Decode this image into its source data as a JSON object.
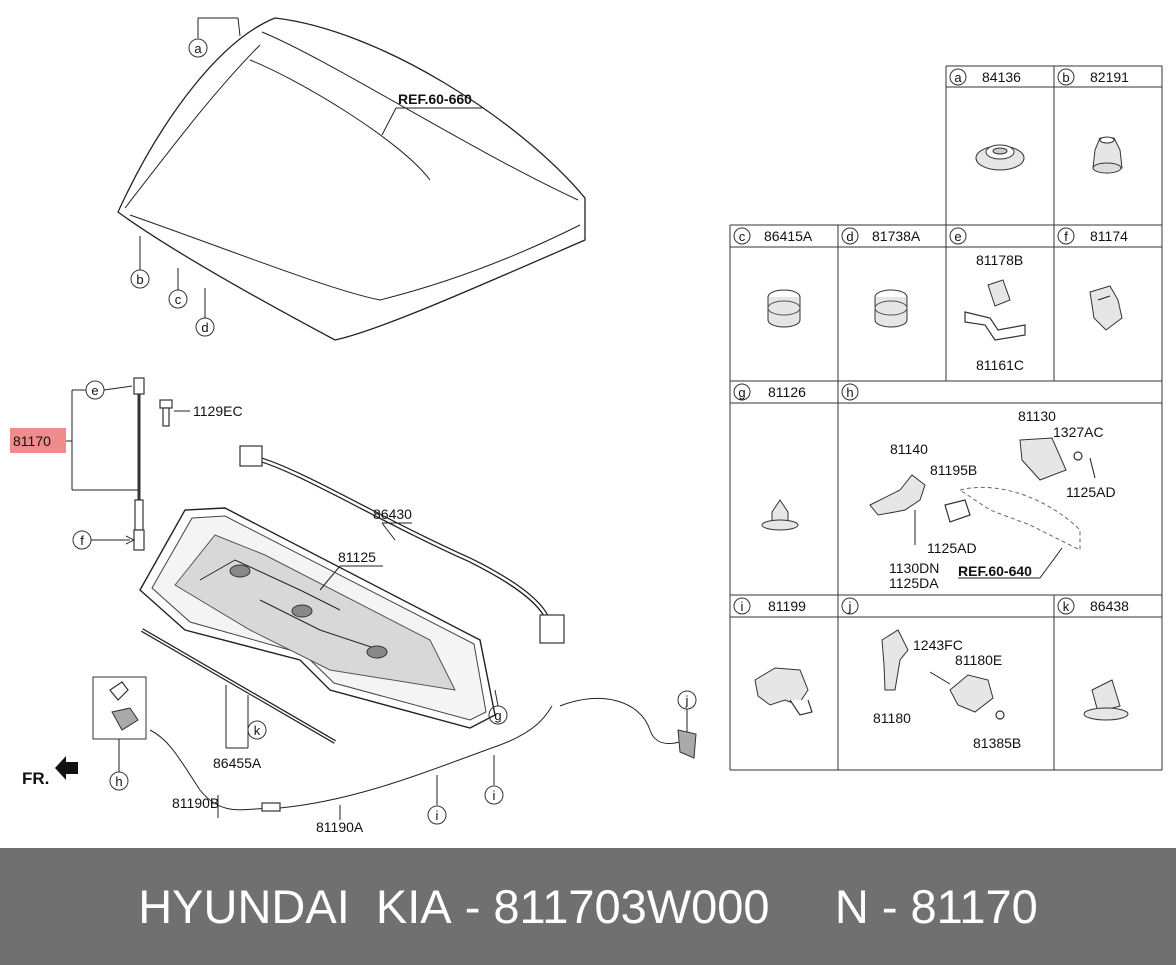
{
  "footer": {
    "brand": "HYUNDAI  KIA",
    "sep1": " - ",
    "part_number": "811703W000",
    "sep2": "     N - ",
    "ref_number": "81170"
  },
  "ref_labels": {
    "hood_ref": "REF.60-660",
    "latch_ref": "REF.60-640"
  },
  "direction_label": "FR.",
  "highlight": {
    "part": "81170",
    "color": "#f08c8c"
  },
  "callouts": {
    "bolt": "1129EC",
    "insulator": "81125",
    "seal": "86430",
    "weatherstrip": "86455A",
    "cable_b": "81190B",
    "cable_a": "81190A"
  },
  "letters": {
    "a": "a",
    "b": "b",
    "c": "c",
    "d": "d",
    "e": "e",
    "f": "f",
    "g": "g",
    "h": "h",
    "i": "i",
    "j": "j",
    "k": "k"
  },
  "table": {
    "a": "84136",
    "b": "82191",
    "c": "86415A",
    "d": "81738A",
    "e": "",
    "f": "81174",
    "g": "81126",
    "h": "",
    "i": "81199",
    "j": "",
    "k": "86438",
    "e_parts": [
      "81178B",
      "81161C"
    ],
    "h_parts": [
      "81140",
      "81195B",
      "81130",
      "1327AC",
      "1125AD",
      "1125AD",
      "1130DN",
      "1125DA"
    ],
    "j_parts": [
      "1243FC",
      "81180E",
      "81180",
      "81385B"
    ]
  }
}
